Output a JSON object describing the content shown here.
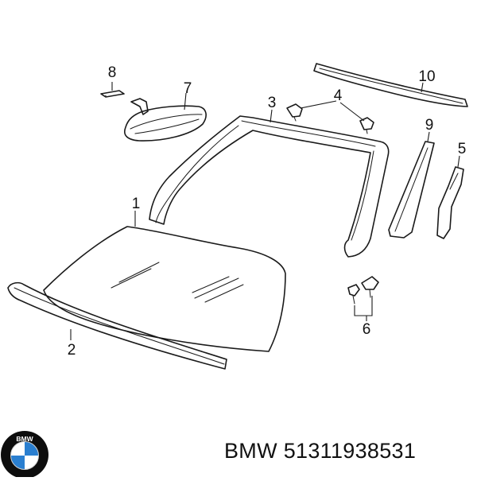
{
  "brand": {
    "logo_text": "BMW",
    "logo_colors": {
      "blue": "#2a7fd0",
      "white": "#ffffff",
      "ring": "#0d0d0d"
    }
  },
  "footer": {
    "manufacturer": "BMW",
    "part_number": "51311938531"
  },
  "callouts": [
    {
      "id": "callout-1",
      "label": "1"
    },
    {
      "id": "callout-2",
      "label": "2"
    },
    {
      "id": "callout-3",
      "label": "3"
    },
    {
      "id": "callout-4",
      "label": "4"
    },
    {
      "id": "callout-5",
      "label": "5"
    },
    {
      "id": "callout-6",
      "label": "6"
    },
    {
      "id": "callout-7",
      "label": "7"
    },
    {
      "id": "callout-8",
      "label": "8"
    },
    {
      "id": "callout-9",
      "label": "9"
    },
    {
      "id": "callout-10",
      "label": "10"
    }
  ]
}
